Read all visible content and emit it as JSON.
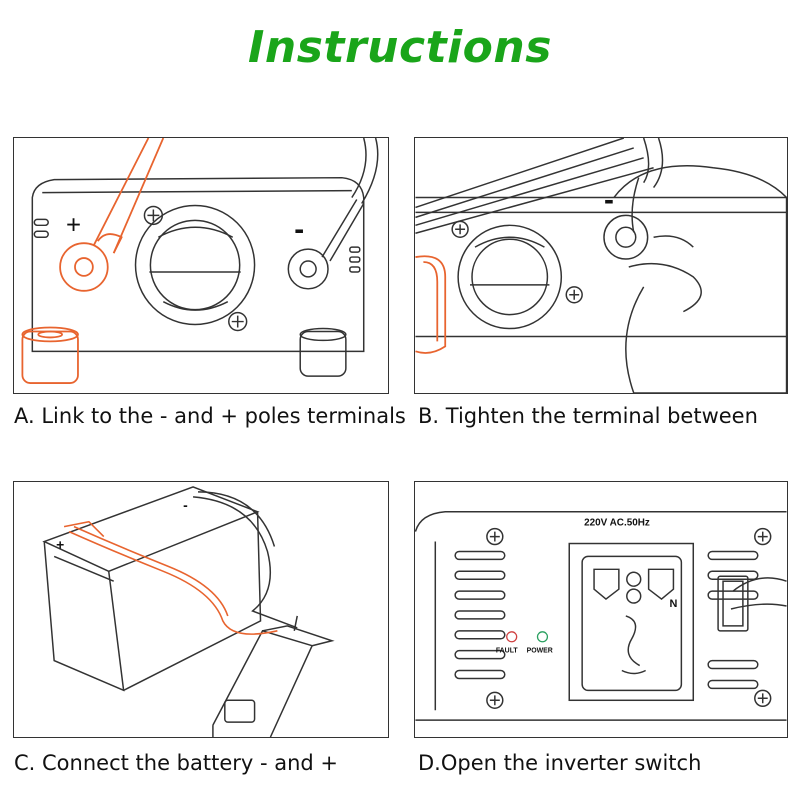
{
  "title": "Instructions",
  "steps": [
    {
      "caption": "A. Link to the - and + poles terminals",
      "symbols": [
        "+",
        "-"
      ]
    },
    {
      "caption": "B. Tighten the terminal between",
      "symbols": [
        "-"
      ]
    },
    {
      "caption": "C. Connect the battery - and +",
      "symbols": [
        "+",
        "-"
      ]
    },
    {
      "caption": "D.Open the inverter switch",
      "labels": {
        "rating": "220V AC.50Hz",
        "n": "N",
        "fault": "FAULT",
        "power": "POWER"
      }
    }
  ],
  "colors": {
    "title": "#1aa51a",
    "wire_red": "#e8642f",
    "line": "#333333"
  },
  "icons": [
    "screw-icon",
    "fan-grill-icon",
    "terminal-post-icon",
    "battery-icon",
    "inverter-icon",
    "hand-icon",
    "socket-icon",
    "rocker-switch-icon"
  ]
}
